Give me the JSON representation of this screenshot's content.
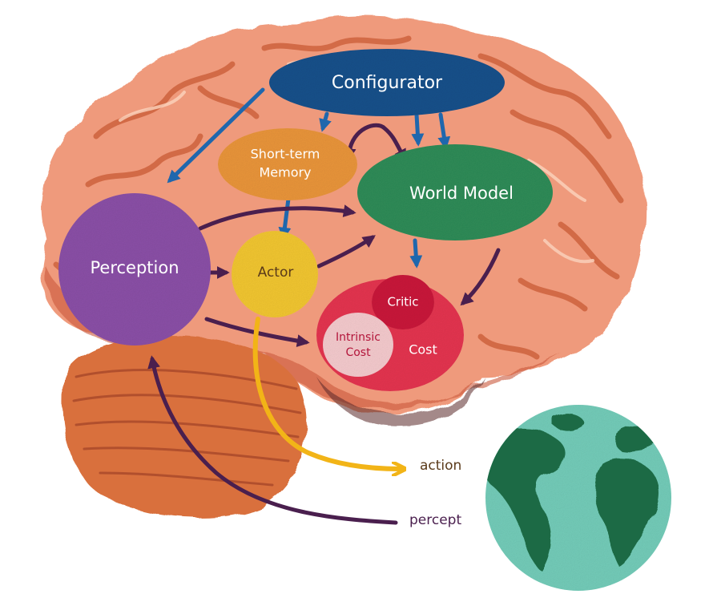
{
  "modules": {
    "configurator": "Configurator",
    "short_term_memory_line1": "Short-term",
    "short_term_memory_line2": "Memory",
    "world_model": "World Model",
    "perception": "Perception",
    "actor": "Actor",
    "critic": "Critic",
    "intrinsic_cost_line1": "Intrinsic",
    "intrinsic_cost_line2": "Cost",
    "cost": "Cost"
  },
  "io": {
    "action": "action",
    "percept": "percept"
  },
  "colors": {
    "configurator": "#16508a",
    "short_term_memory": "#e8943a",
    "world_model": "#2e8b57",
    "perception": "#8a4fa6",
    "actor": "#f0c531",
    "cost": "#e3344f",
    "critic": "#c8193a",
    "intrinsic_cost": "#f3c9cc",
    "arrow_blue": "#1f67ad",
    "arrow_purple": "#4a1f4e",
    "arrow_yellow": "#f2b417",
    "brain": "#ef9a7b",
    "cerebellum": "#d9703d",
    "globe_water": "#73cbb8",
    "globe_land": "#1f6b45"
  },
  "icons": [
    "brain-illustration",
    "cerebellum-illustration",
    "earth-globe-icon"
  ]
}
